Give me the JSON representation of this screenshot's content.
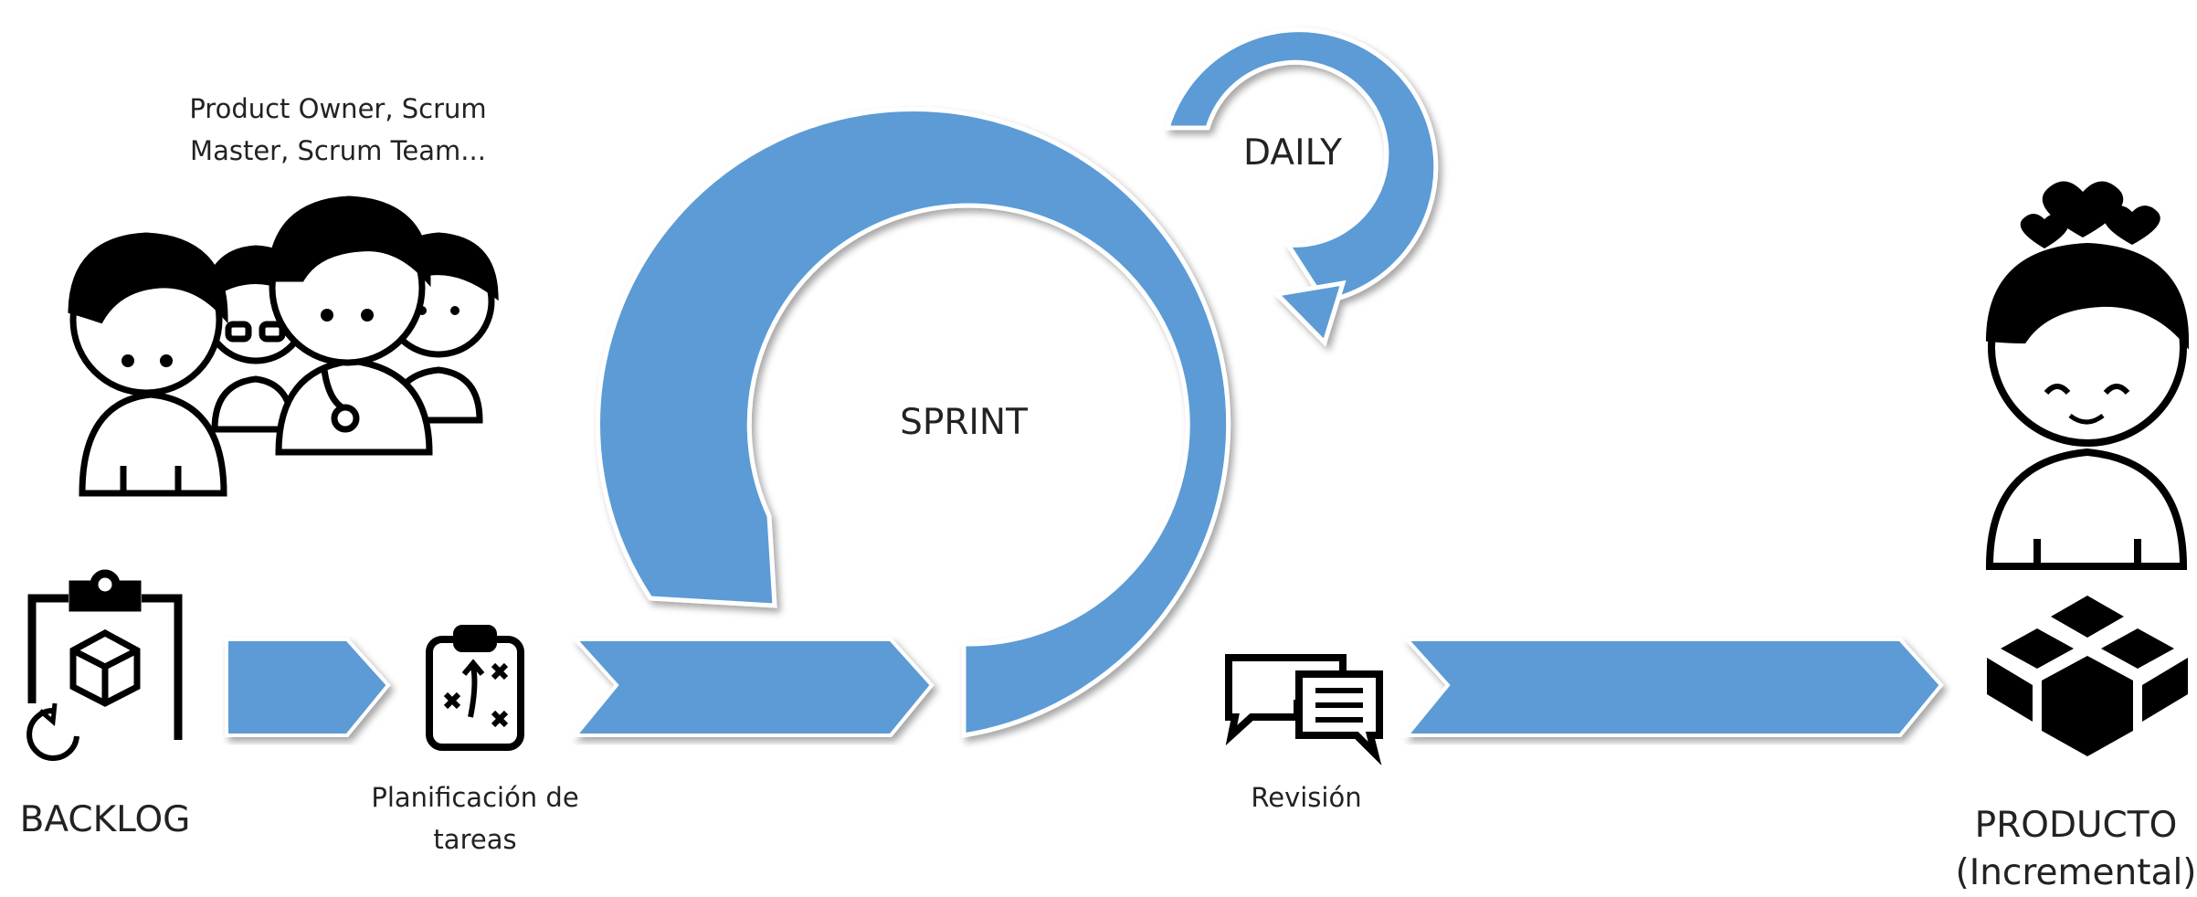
{
  "team_caption_line1": "Product Owner, Scrum",
  "team_caption_line2": "Master, Scrum Team...",
  "daily_label": "DAILY",
  "sprint_label": "SPRINT",
  "backlog_label": "BACKLOG",
  "planning_label_line1": "Planificación de",
  "planning_label_line2": "tareas",
  "review_label": "Revisión",
  "product_label_line1": "PRODUCTO",
  "product_label_line2": "(Incremental)",
  "colors": {
    "arrow_fill": "#5b9bd5",
    "icon_ink": "#000000"
  }
}
